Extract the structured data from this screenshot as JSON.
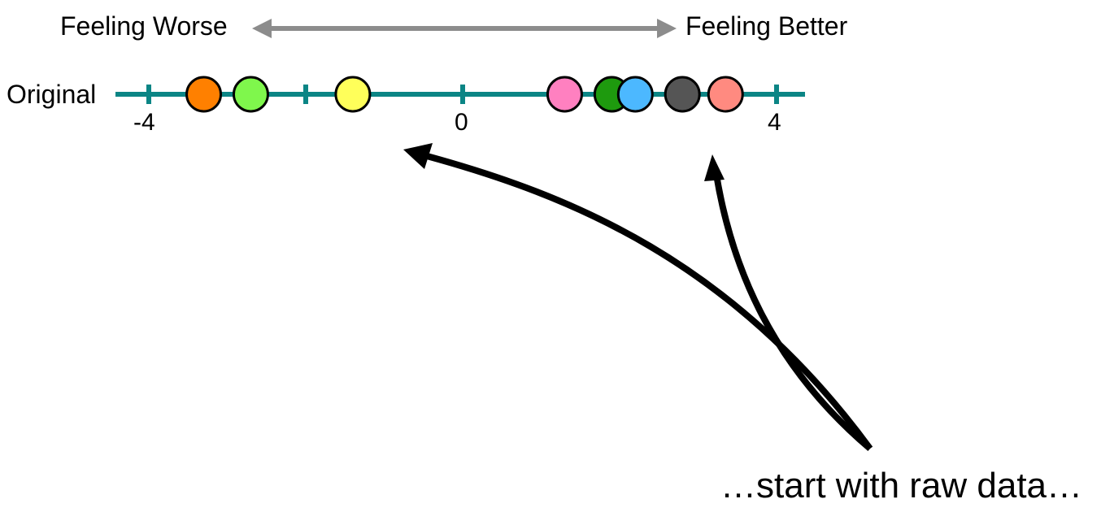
{
  "direction_labels": {
    "worse": "Feeling Worse",
    "better": "Feeling Better"
  },
  "row_label": "Original",
  "axis": {
    "min": -4,
    "max": 4,
    "ticks": [
      -4,
      -2,
      0,
      2,
      4
    ],
    "tick_labels": [
      "-4",
      "0",
      "4"
    ],
    "line_color": "#0b8585",
    "direction_arrow_color": "#8c8c8c"
  },
  "points": [
    {
      "value": -3.3,
      "color": "#ff8000"
    },
    {
      "value": -2.7,
      "color": "#7ff74c"
    },
    {
      "value": -1.4,
      "color": "#ffff5a"
    },
    {
      "value": 1.3,
      "color": "#ff80c0"
    },
    {
      "value": 1.9,
      "color": "#1e9a0e"
    },
    {
      "value": 2.2,
      "color": "#4cb8ff"
    },
    {
      "value": 2.8,
      "color": "#555555"
    },
    {
      "value": 3.35,
      "color": "#ff8a80"
    }
  ],
  "caption": "…start with raw data…"
}
